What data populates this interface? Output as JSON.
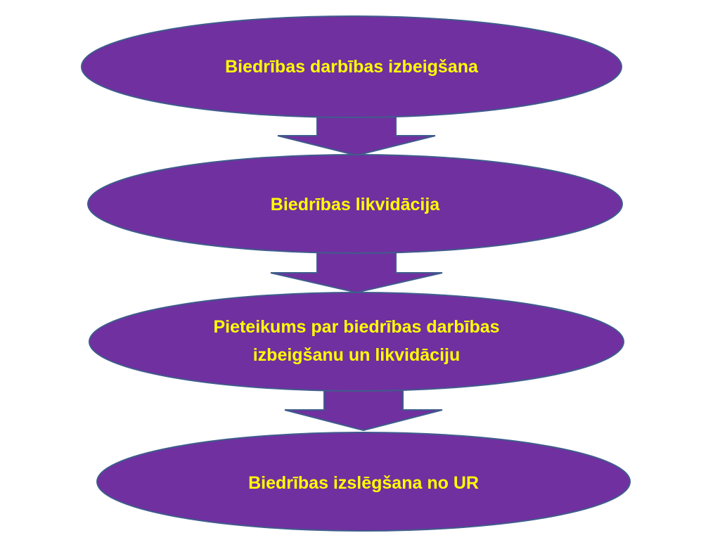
{
  "diagram": {
    "colors": {
      "fill": "#7030A0",
      "stroke": "#3F5C8C",
      "text": "#FFFF00"
    },
    "nodes": [
      {
        "id": "n1",
        "label": "Biedrības darbības izbeigšana"
      },
      {
        "id": "n2",
        "label": "Biedrības likvidācija"
      },
      {
        "id": "n3",
        "label": "Pieteikums par biedrības darbības izbeigšanu un likvidāciju"
      },
      {
        "id": "n4",
        "label": "Biedrības izslēgšana no UR"
      }
    ],
    "edges": [
      {
        "from": "n1",
        "to": "n2"
      },
      {
        "from": "n2",
        "to": "n3"
      },
      {
        "from": "n3",
        "to": "n4"
      }
    ]
  }
}
